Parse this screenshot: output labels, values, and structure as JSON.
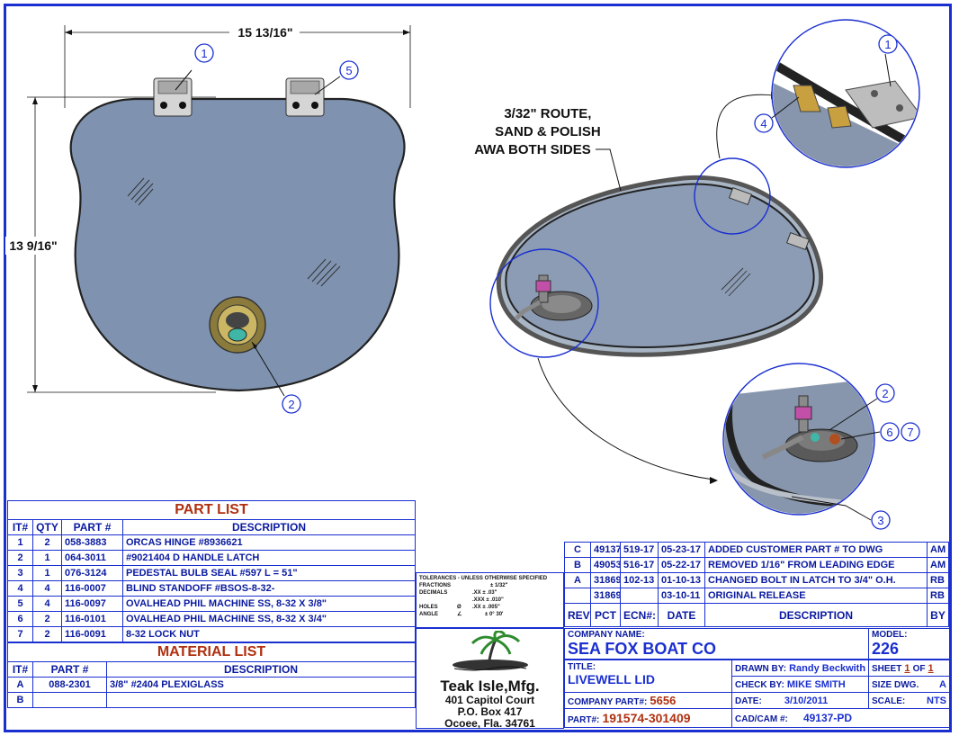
{
  "dimensions": {
    "width_label": "15 13/16\"",
    "height_label": "13 9/16\""
  },
  "callouts": {
    "front_top_left": "1",
    "front_top_right": "5",
    "front_latch": "2",
    "iso_hinge_detail": "4",
    "detail_hinge": "1",
    "detail2_latch": "2",
    "detail2_bolt_a": "6",
    "detail2_bolt_b": "7",
    "detail2_seal": "3"
  },
  "note": {
    "line1": "3/32\" ROUTE,",
    "line2": "SAND & POLISH",
    "line3": "AWA BOTH SIDES"
  },
  "part_list": {
    "title": "PART LIST",
    "headers": [
      "IT#",
      "QTY",
      "PART #",
      "DESCRIPTION"
    ],
    "rows": [
      [
        "1",
        "2",
        "058-3883",
        "ORCAS HINGE #8936621"
      ],
      [
        "2",
        "1",
        "064-3011",
        "#9021404  D HANDLE LATCH"
      ],
      [
        "3",
        "1",
        "076-3124",
        "PEDESTAL BULB SEAL #597 L = 51\""
      ],
      [
        "4",
        "4",
        "116-0007",
        "BLIND STANDOFF #BSOS-8-32-"
      ],
      [
        "5",
        "4",
        "116-0097",
        "OVALHEAD PHIL MACHINE SS, 8-32 X 3/8\""
      ],
      [
        "6",
        "2",
        "116-0101",
        "OVALHEAD PHIL MACHINE SS, 8-32 X 3/4\""
      ],
      [
        "7",
        "2",
        "116-0091",
        "8-32 LOCK NUT"
      ]
    ]
  },
  "material_list": {
    "title": "MATERIAL LIST",
    "headers": [
      "IT#",
      "PART #",
      "DESCRIPTION"
    ],
    "rows": [
      [
        "A",
        "088-2301",
        "3/8\" #2404 PLEXIGLASS"
      ],
      [
        "B",
        "",
        ""
      ]
    ]
  },
  "revisions": {
    "rows": [
      [
        "C",
        "49137",
        "519-17",
        "05-23-17",
        "ADDED CUSTOMER PART # TO DWG",
        "AM"
      ],
      [
        "B",
        "49053",
        "516-17",
        "05-22-17",
        "REMOVED 1/16\" FROM LEADING EDGE",
        "AM"
      ],
      [
        "A",
        "31869",
        "102-13",
        "01-10-13",
        "CHANGED BOLT IN LATCH TO 3/4\" O.H.",
        "RB"
      ],
      [
        "",
        "31869",
        "",
        "03-10-11",
        "ORIGINAL RELEASE",
        "RB"
      ]
    ],
    "headers": [
      "REV",
      "PCT",
      "ECN#:",
      "DATE",
      "DESCRIPTION",
      "BY"
    ]
  },
  "tolerances": {
    "title": "TOLERANCES - UNLESS OTHERWISE SPECIFIED",
    "fractions": "FRACTIONS",
    "fractions_val": "± 1/32\"",
    "decimals": "DECIMALS",
    "dec_xx": ".XX  ± .03\"",
    "dec_xxx": ".XXX ± .010\"",
    "holes": "HOLES",
    "holes_sym": "Ø",
    "holes_val": ".XX  ± .005\"",
    "angle": "ANGLE",
    "angle_sym": "∠",
    "angle_val": "± 0° 30'"
  },
  "company": {
    "name": "Teak Isle,Mfg.",
    "addr1": "401 Capitol Court",
    "addr2": "P.O. Box 417",
    "addr3": "Ocoee, Fla. 34761"
  },
  "title_block": {
    "company_label": "COMPANY NAME:",
    "company_value": "SEA FOX BOAT CO",
    "model_label": "MODEL:",
    "model_value": "226",
    "title_label": "TITLE:",
    "title_value": "LIVEWELL LID",
    "drawn_label": "DRAWN BY:",
    "drawn_value": "Randy Beckwith",
    "sheet_label": "SHEET",
    "sheet_value": "1",
    "of_label": "OF",
    "of_value": "1",
    "check_label": "CHECK BY:",
    "check_value": "MIKE SMITH",
    "size_label": "SIZE DWG.",
    "size_value": "A",
    "cpart_label": "COMPANY PART#:",
    "cpart_value": "5656",
    "date_label": "DATE:",
    "date_value": "3/10/2011",
    "scale_label": "SCALE:",
    "scale_value": "NTS",
    "part_label": "PART#:",
    "part_value": "191574-301409",
    "cad_label": "CAD/CAM #:",
    "cad_value": "49137-PD"
  },
  "colors": {
    "border": "#1a2fd0",
    "lid": "#7f93b0",
    "red_text": "#b03010"
  }
}
